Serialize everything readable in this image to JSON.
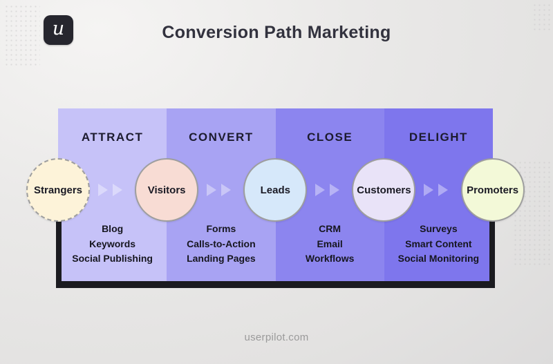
{
  "page": {
    "title": "Conversion Path Marketing",
    "footer": "userpilot.com",
    "logo_letter": "u"
  },
  "colors": {
    "background": "#e8e7e6",
    "frame": "#1b1b20",
    "title_text": "#32323e",
    "stage_text": "#1c1b2e",
    "item_text": "#16161f",
    "footer_text": "#9a9a9a",
    "circle_border": "#9e9e9e",
    "arrow": "rgba(255,255,255,0.38)",
    "logo_background": "#26262e"
  },
  "funnel": {
    "stages": [
      {
        "label": "ATTRACT",
        "color": "#c6c2f8",
        "items": [
          "Blog",
          "Keywords",
          "Social Publishing"
        ]
      },
      {
        "label": "CONVERT",
        "color": "#a8a3f3",
        "items": [
          "Forms",
          "Calls-to-Action",
          "Landing Pages"
        ]
      },
      {
        "label": "CLOSE",
        "color": "#8c85ef",
        "items": [
          "CRM",
          "Email",
          "Workflows"
        ]
      },
      {
        "label": "DELIGHT",
        "color": "#7e76ed",
        "items": [
          "Surveys",
          "Smart Content",
          "Social Monitoring"
        ]
      }
    ],
    "personas": [
      {
        "label": "Strangers",
        "fill": "#fdf3d9",
        "border_style": "dashed"
      },
      {
        "label": "Visitors",
        "fill": "#f8dcd4",
        "border_style": "solid"
      },
      {
        "label": "Leads",
        "fill": "#d6e8fa",
        "border_style": "solid"
      },
      {
        "label": "Customers",
        "fill": "#e9e3f8",
        "border_style": "solid"
      },
      {
        "label": "Promoters",
        "fill": "#f3f9d8",
        "border_style": "solid"
      }
    ]
  }
}
